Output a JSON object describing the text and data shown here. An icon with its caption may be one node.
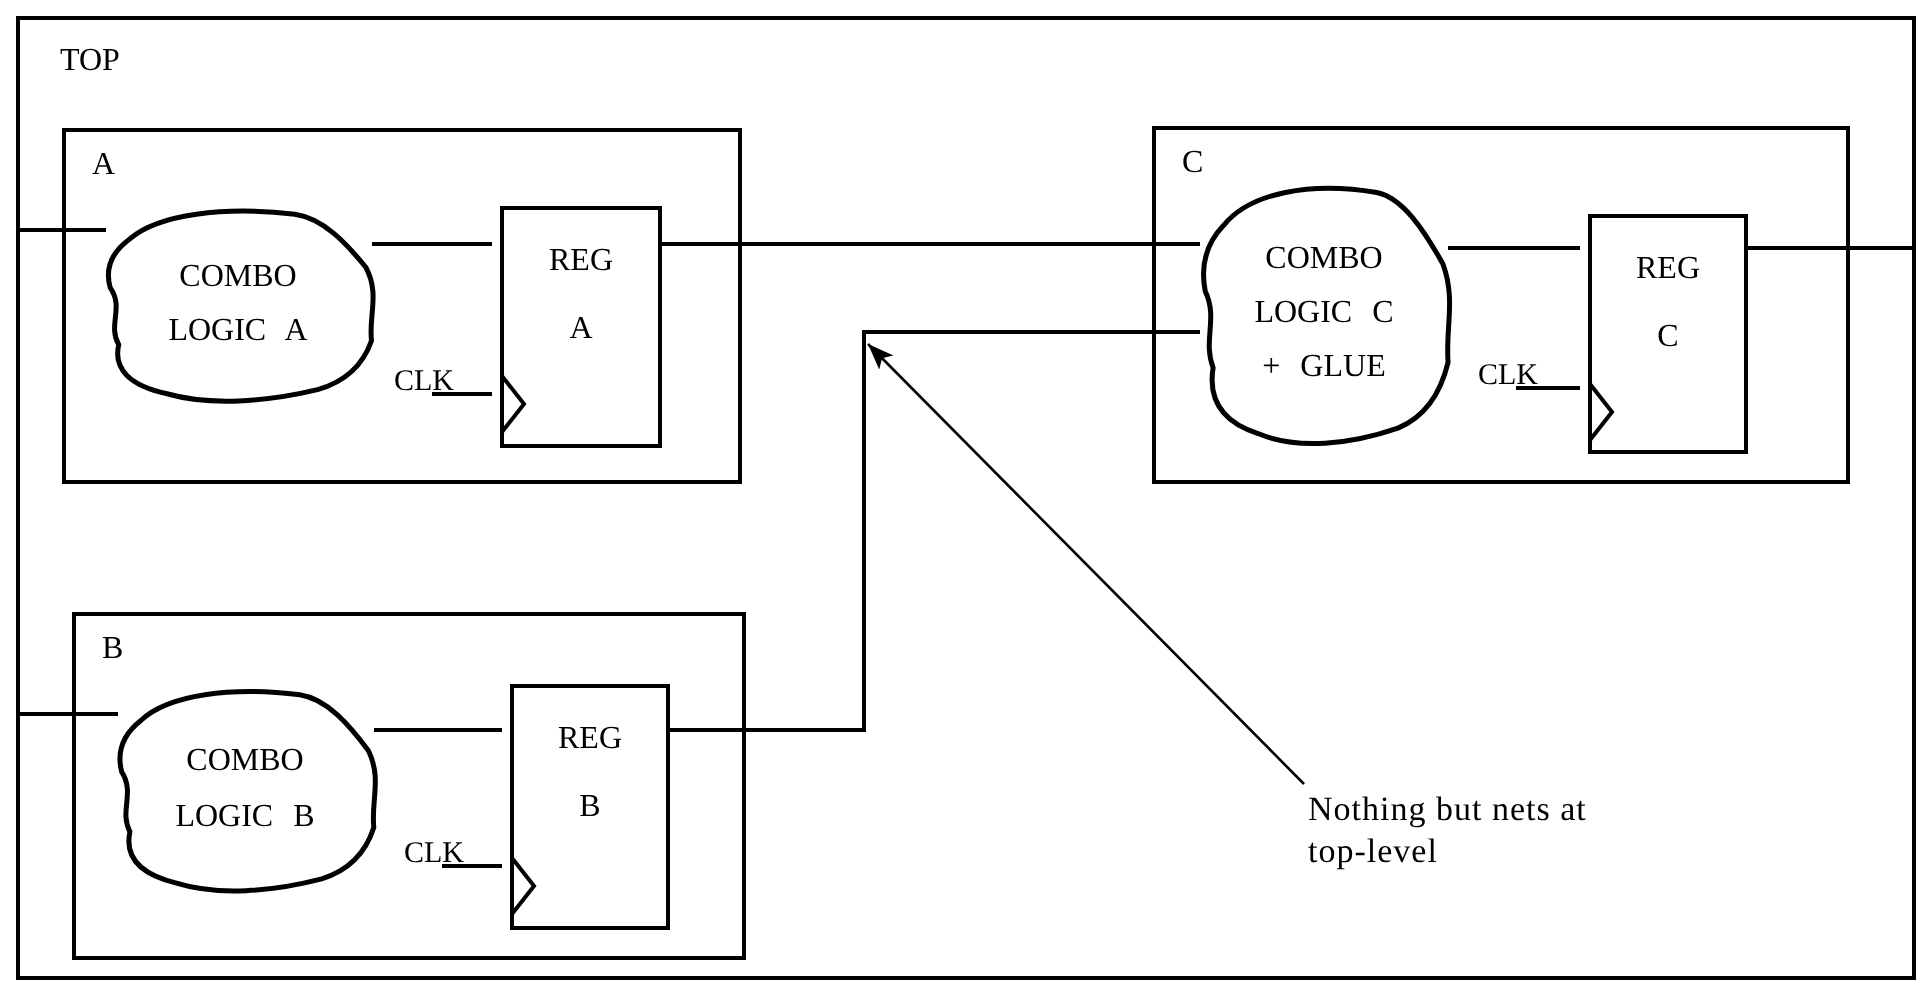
{
  "diagram": {
    "nodes": [
      {
        "text": [
          "TOP"
        ]
      },
      {
        "text": [
          "A"
        ],
        "in": 0
      },
      {
        "text": [
          "COMBO LOGIC A"
        ],
        "in": 1
      },
      {
        "text": [
          "REG",
          "A"
        ],
        "in": 1
      },
      {
        "text": [
          "CLK"
        ],
        "in": 1
      },
      {
        "text": [
          "C"
        ],
        "in": 0
      },
      {
        "text": [
          "COMBO LOGIC C + GLUE"
        ],
        "in": 5
      },
      {
        "text": [
          "REG",
          "C"
        ],
        "in": 5
      },
      {
        "text": [
          "CLK"
        ],
        "in": 5
      },
      {
        "text": [
          "B"
        ],
        "in": 0
      },
      {
        "text": [
          "COMBO LOGIC B"
        ],
        "in": 9
      },
      {
        "text": [
          "REG",
          "B"
        ],
        "in": 9
      },
      {
        "text": [
          "CLK"
        ],
        "in": 9
      },
      {
        "text": [
          "Nothing but nets at top-level"
        ],
        "in": 0
      }
    ],
    "edges": [
      {
        "from": 0,
        "to": 2,
        "arrow": "none"
      },
      {
        "from": 2,
        "to": 3,
        "arrow": "none"
      },
      {
        "from": 4,
        "to": 3,
        "arrow": "none"
      },
      {
        "from": 3,
        "to": 6,
        "arrow": "none"
      },
      {
        "from": 6,
        "to": 7,
        "arrow": "none"
      },
      {
        "from": 8,
        "to": 7,
        "arrow": "none"
      },
      {
        "from": 7,
        "to": 0,
        "arrow": "none"
      },
      {
        "from": 0,
        "to": 10,
        "arrow": "none"
      },
      {
        "from": 10,
        "to": 11,
        "arrow": "none"
      },
      {
        "from": 12,
        "to": 11,
        "arrow": "none"
      },
      {
        "from": 11,
        "to": 6,
        "arrow": "none"
      },
      {
        "from": 13,
        "to": null,
        "arrow": "to"
      }
    ]
  }
}
